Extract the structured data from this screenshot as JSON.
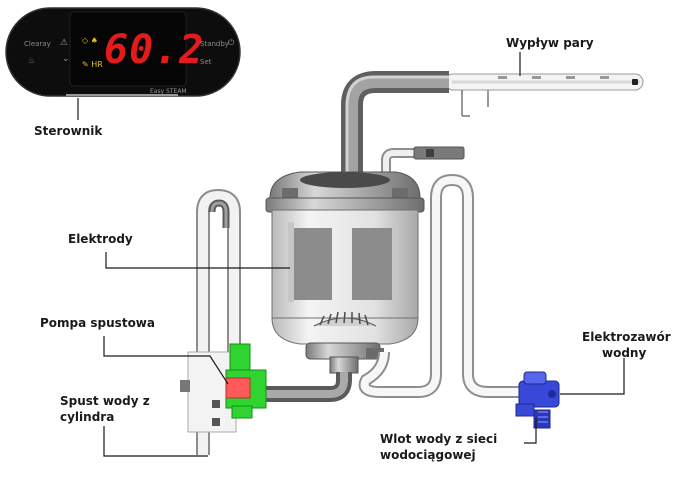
{
  "controller": {
    "display_value": "60.2",
    "left_top": "Clearay",
    "left_top_icon": "warning-triangle-icon",
    "right_top": "Standby",
    "right_bottom": "Set",
    "brand": "Easy STEAM",
    "ind_top": "◇ ♠",
    "ind_bottom": "✎ HR",
    "display_color": "#e41b1b",
    "body_color": "#0d0d0d"
  },
  "labels": {
    "sterownik": "Sterownik",
    "wyplyw_pary": "Wypływ pary",
    "elektrody": "Elektrody",
    "pompa_spustowa": "Pompa spustowa",
    "spust_line1": "Spust wody z",
    "spust_line2": "cylindra",
    "elektrozawor_line1": "Elektrozawór",
    "elektrozawor_line2": "wodny",
    "wlot_line1": "Wlot wody z sieci",
    "wlot_line2": "wodociągowej"
  },
  "colors": {
    "pump_green": "#2fd42f",
    "pump_red": "#ff5a5a",
    "valve_blue": "#3848d8",
    "pipe_gray": "#7d7d7d",
    "electrode_gray": "#8c8c8c"
  }
}
